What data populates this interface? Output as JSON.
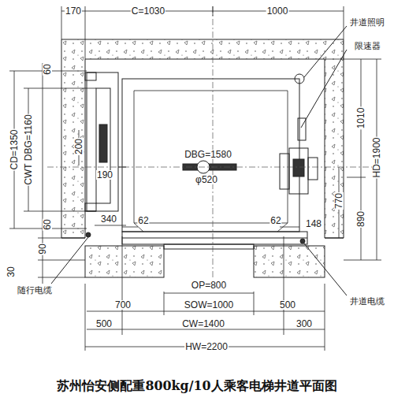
{
  "diagram": {
    "title": "苏州怡安侧配重800kg/10人乘客电梯井道平面图",
    "labels": [
      "170",
      "C=1030",
      "1000",
      "井道照明",
      "限速器",
      "60",
      "CD=1350",
      "CWT DBG=1160",
      "200",
      "190",
      "60",
      "340",
      "DBG=1580",
      "φ520",
      "1010",
      "HD=1900",
      "770",
      "890",
      "62",
      "62",
      "148",
      "90",
      "30",
      "OP=800",
      "SOW=1000",
      "700",
      "500",
      "500",
      "CW=1400",
      "300",
      "HW=2200",
      "随行电缆",
      "井道电缆"
    ]
  }
}
